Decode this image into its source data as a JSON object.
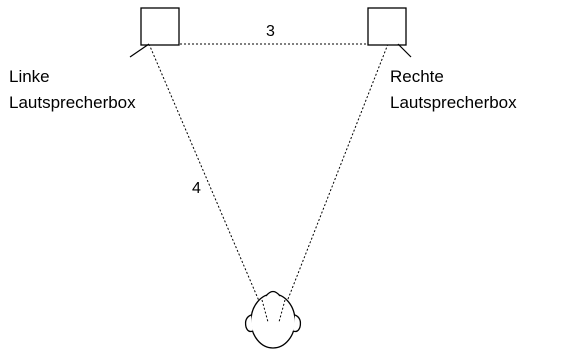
{
  "left_speaker": {
    "label_line1": "Linke",
    "label_line2": "Lautsprecherbox"
  },
  "right_speaker": {
    "label_line1": "Rechte",
    "label_line2": "Lautsprecherbox"
  },
  "distance_between_speakers": "3",
  "distance_to_listener": "4",
  "icons": {
    "speaker": "square-speaker-icon",
    "listener": "head-top-view-icon"
  },
  "colors": {
    "line": "#000000",
    "background": "#ffffff"
  }
}
